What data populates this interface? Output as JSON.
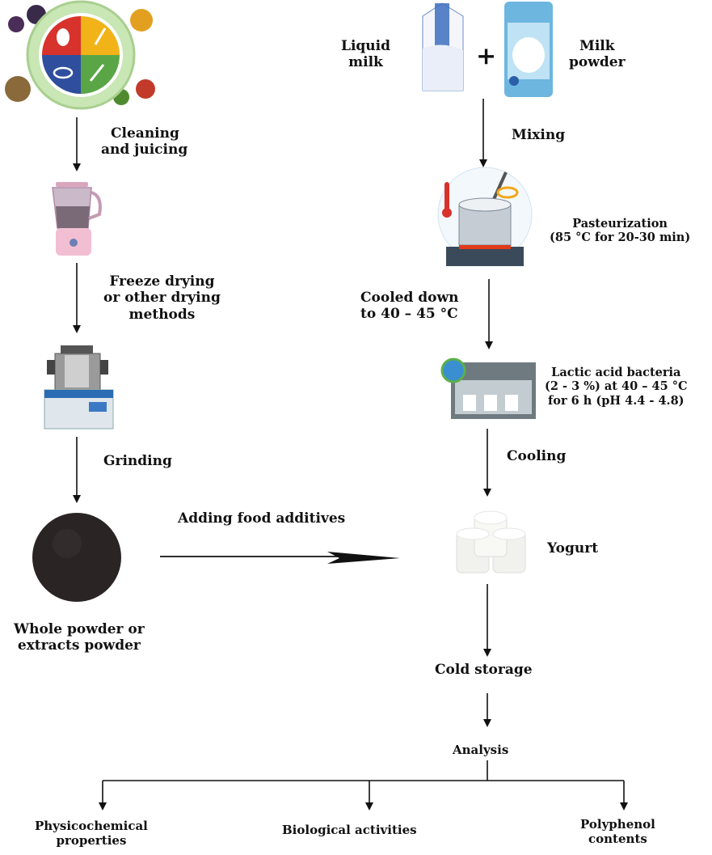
{
  "left_branch": {
    "step1_label": "Cleaning\nand juicing",
    "step1_line1": "Cleaning",
    "step1_line2": "and juicing",
    "step2_line1": "Freeze drying",
    "step2_line2": "or other drying",
    "step2_line3": "methods",
    "step3": "Grinding",
    "product_line1": "Whole powder or",
    "product_line2": "extracts powder"
  },
  "right_branch": {
    "liquid_milk_line1": "Liquid",
    "liquid_milk_line2": "milk",
    "plus": "+",
    "milk_powder_line1": "Milk",
    "milk_powder_line2": "powder",
    "mixing": "Mixing",
    "pasteurization_line1": "Pasteurization",
    "pasteurization_line2": "(85 °C for 20-30 min)",
    "cooled_line1": "Cooled down",
    "cooled_line2": "to 40 – 45 °C",
    "bacteria_line1": "Lactic acid bacteria",
    "bacteria_line2": "(2 - 3 %) at 40 – 45 °C",
    "bacteria_line3": "for 6 h (pH 4.4 - 4.8)",
    "cooling": "Cooling",
    "yogurt": "Yogurt",
    "cold_storage": "Cold storage",
    "analysis": "Analysis"
  },
  "connector": {
    "adding": "Adding food additives"
  },
  "outputs": {
    "physico_line1": "Physicochemical",
    "physico_line2": "properties",
    "biological": "Biological activities",
    "poly_line1": "Polyphenol",
    "poly_line2": "contents"
  },
  "colors": {
    "plate_red": "#d8322c",
    "plate_yellow": "#f2b318",
    "plate_blue": "#2f4f9e",
    "plate_green": "#5aa646",
    "plate_rim": "#c9e6b5"
  }
}
